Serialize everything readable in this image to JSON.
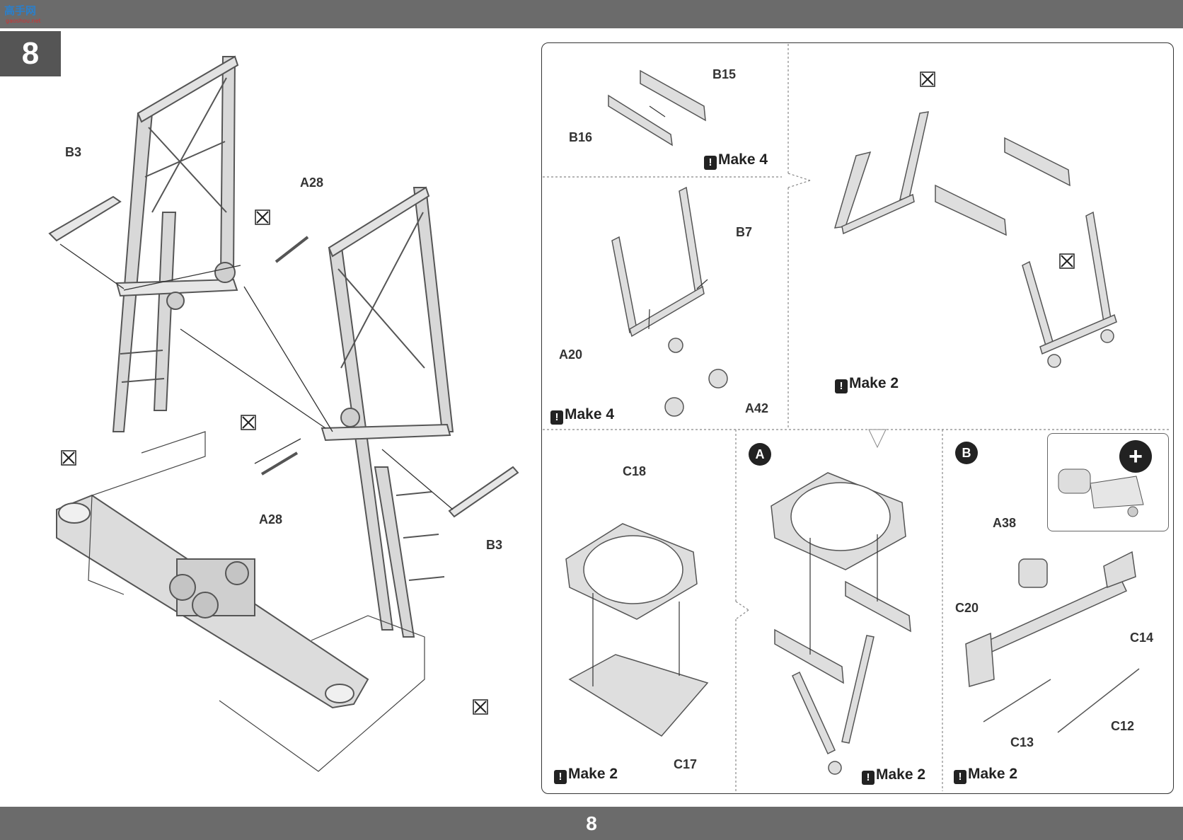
{
  "header": {
    "logo_text": "高手网",
    "logo_url": "gaoshou.net"
  },
  "step": {
    "number": "8"
  },
  "footer": {
    "page_number": "8"
  },
  "main": {
    "labels": {
      "b3_left": "B3",
      "a28_top": "A28",
      "a28_bottom": "A28",
      "b3_right": "B3"
    }
  },
  "panels": {
    "p1": {
      "labels": [
        "B15",
        "B16"
      ],
      "make": "Make 4"
    },
    "p2": {
      "labels": [
        "B7",
        "A20",
        "A42"
      ],
      "make": "Make 4"
    },
    "p3": {
      "make": "Make 2"
    },
    "p4": {
      "labels": [
        "C18",
        "C17"
      ],
      "make": "Make 2"
    },
    "p5": {
      "tag": "A",
      "make": "Make 2"
    },
    "p6": {
      "tag": "B",
      "labels": [
        "A38",
        "C20",
        "C14",
        "C13",
        "C12"
      ],
      "make": "Make 2"
    }
  },
  "icons": {
    "warning": "!",
    "zoom": "+"
  }
}
